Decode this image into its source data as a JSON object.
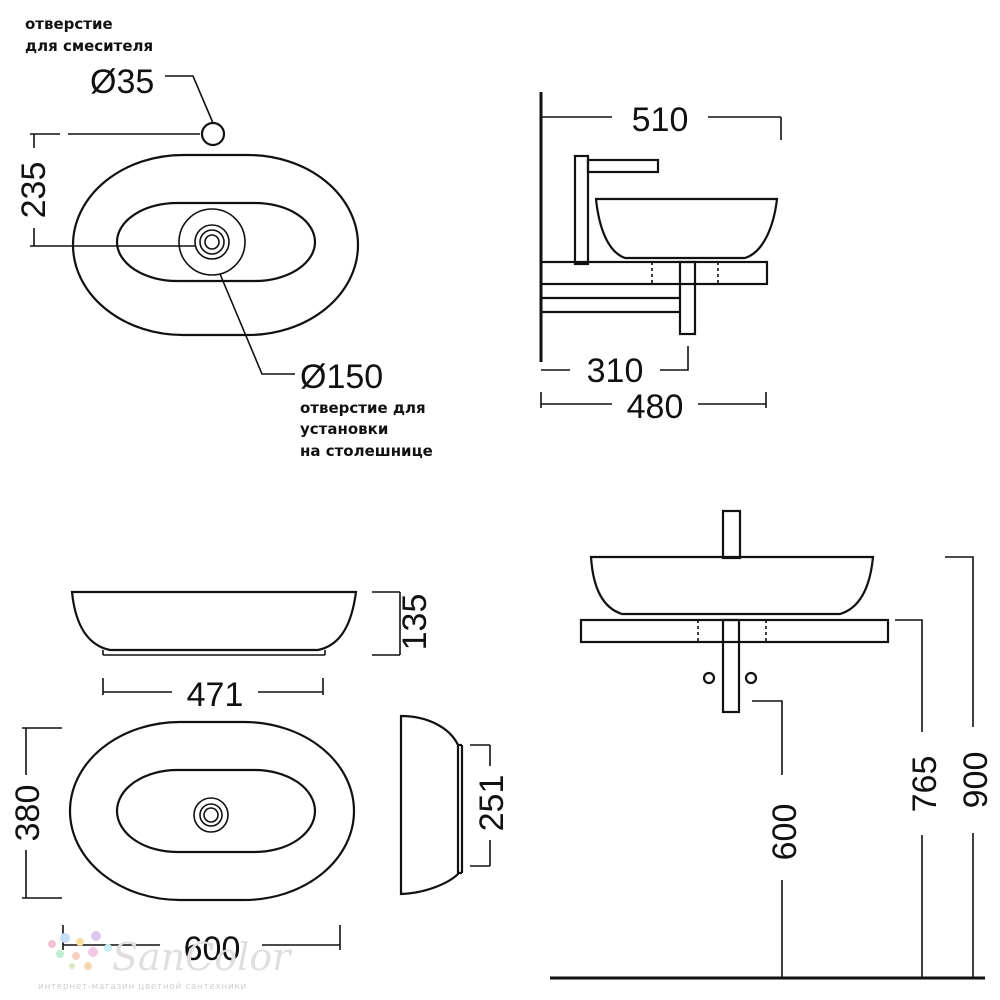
{
  "top_view": {
    "mixer_hole": {
      "label_line1": "отверстие",
      "label_line2": "для смесителя",
      "diameter": "Ø35"
    },
    "counter_hole": {
      "diameter": "Ø150",
      "label_line1": "отверстие для",
      "label_line2": "установки",
      "label_line3": "на столешнице"
    },
    "dim_depth_to_hole": "235"
  },
  "side_install_view": {
    "dim_top": "510",
    "dim_bracket": "310",
    "dim_total": "480"
  },
  "front_view": {
    "dim_height": "135",
    "dim_base_width": "471"
  },
  "plan_view": {
    "dim_depth": "380",
    "dim_width": "600"
  },
  "profile_view": {
    "dim_width": "251"
  },
  "elevation_view": {
    "dim_drain_height": "600",
    "dim_counter_height": "765",
    "dim_total_height": "900"
  },
  "watermark": {
    "brand": "SanColor",
    "tagline": "интернет-магазин цветной сантехники"
  }
}
